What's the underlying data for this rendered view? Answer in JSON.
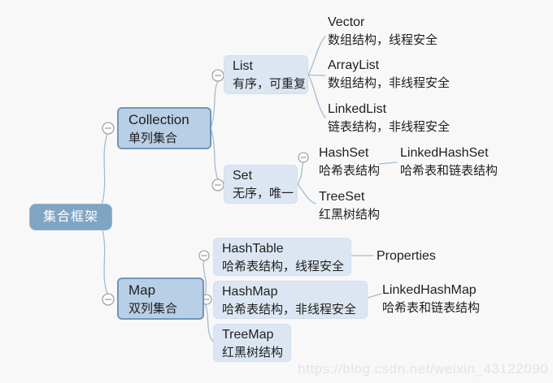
{
  "page": {
    "background": "#f8f8f8"
  },
  "palette": {
    "root_fill": "#7fa5c3",
    "level1_fill": "#b9cfe6",
    "level1_border": "#6f96bb",
    "level2_fill": "#dce6f2",
    "branch_line": "#a3bbd1",
    "toggle_stroke": "#969696",
    "text_dark": "#1f1f1f",
    "text_light": "#ffffff",
    "watermark_color": "#e4e4e4"
  },
  "nodes": {
    "root": {
      "label": "集合框架"
    },
    "collection": {
      "title": "Collection",
      "subtitle": "单列集合"
    },
    "map": {
      "title": "Map",
      "subtitle": "双列集合"
    },
    "list": {
      "title": "List",
      "subtitle": "有序，可重复"
    },
    "set": {
      "title": "Set",
      "subtitle": "无序，唯一"
    },
    "vector": {
      "title": "Vector",
      "subtitle": "数组结构，线程安全"
    },
    "arraylist": {
      "title": "ArrayList",
      "subtitle": "数组结构，非线程安全"
    },
    "linkedlist": {
      "title": "LinkedList",
      "subtitle": "链表结构，非线程安全"
    },
    "hashset": {
      "title": "HashSet",
      "subtitle": "哈希表结构"
    },
    "linkedhashset": {
      "title": "LinkedHashSet",
      "subtitle": "哈希表和链表结构"
    },
    "treeset": {
      "title": "TreeSet",
      "subtitle": "红黑树结构"
    },
    "hashtable": {
      "title": "HashTable",
      "subtitle": "哈希表结构，线程安全"
    },
    "properties": {
      "title": "Properties"
    },
    "hashmap": {
      "title": "HashMap",
      "subtitle": "哈希表结构，非线程安全"
    },
    "linkedhashmap": {
      "title": "LinkedHashMap",
      "subtitle": "哈希表和链表结构"
    },
    "treemap": {
      "title": "TreeMap",
      "subtitle": "红黑树结构"
    }
  },
  "watermark": {
    "text": "https://blog.csdn.net/weixin_43122090"
  }
}
